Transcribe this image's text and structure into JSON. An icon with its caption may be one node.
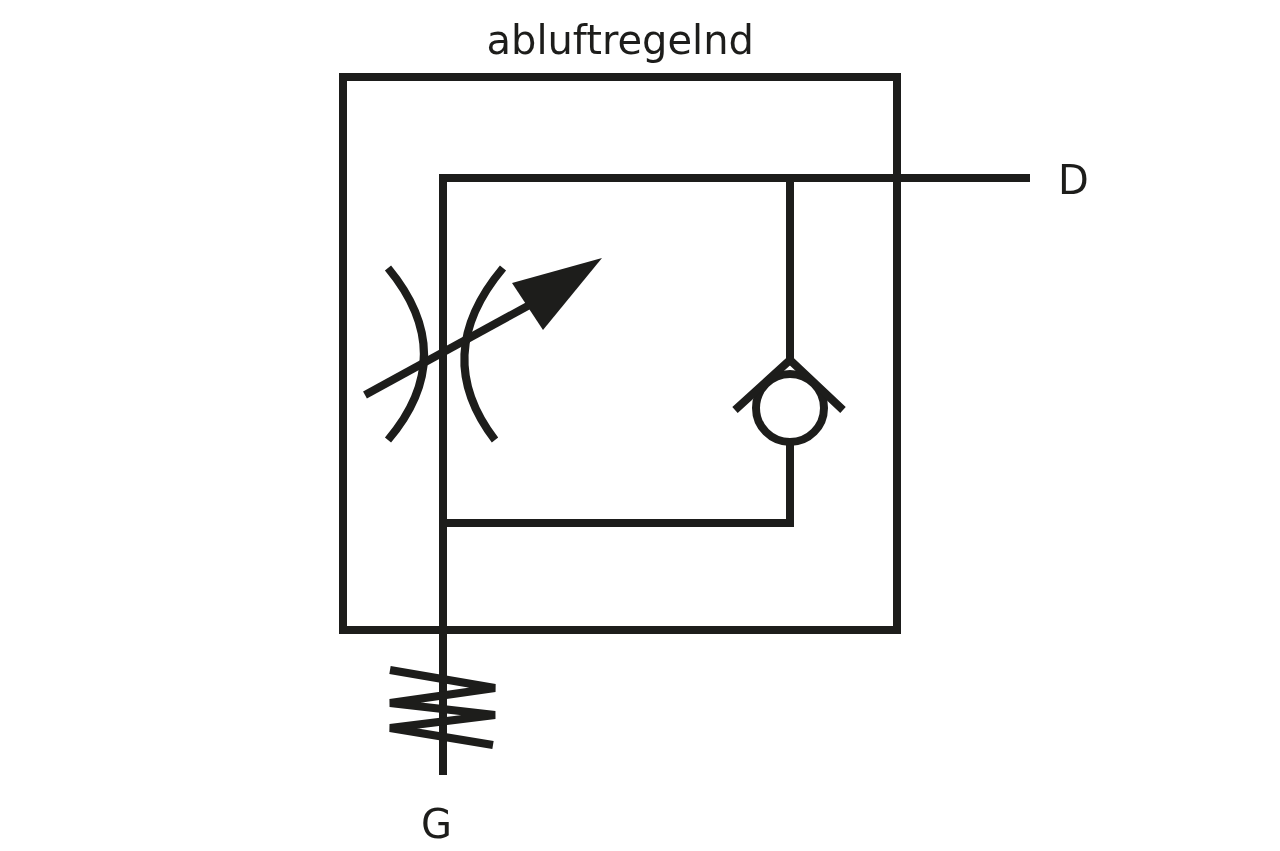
{
  "diagram": {
    "title": "abluftregelnd",
    "labels": [
      "D",
      "G"
    ]
  }
}
